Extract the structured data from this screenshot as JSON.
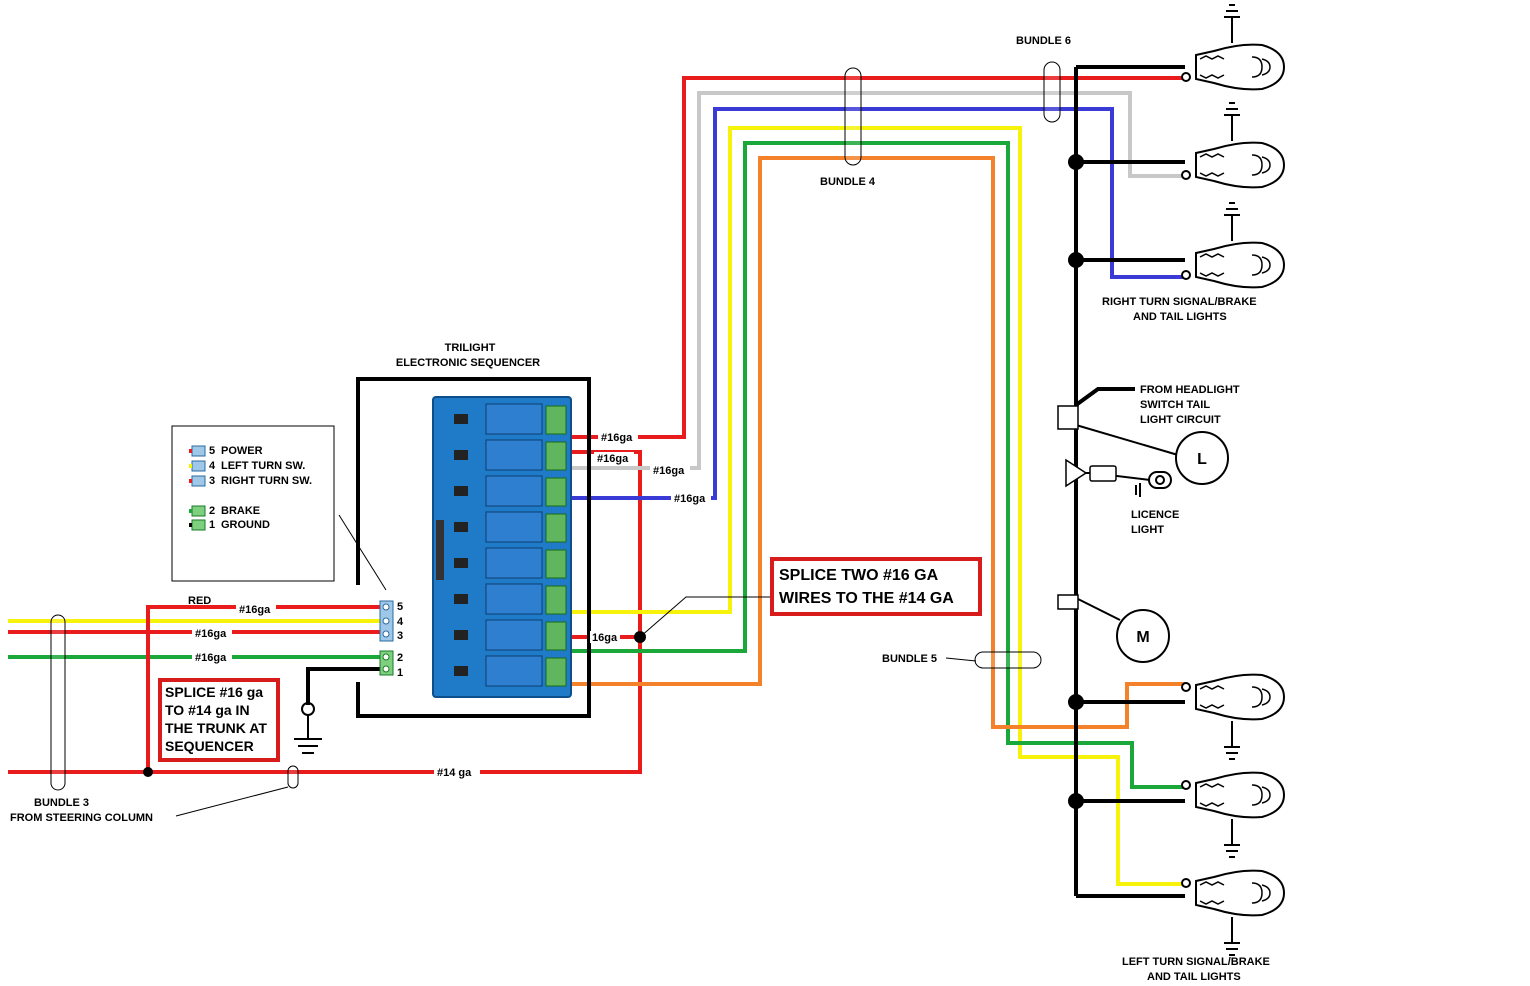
{
  "colors": {
    "red": "#e81c1c",
    "yellow": "#f6f20a",
    "blue": "#3a3ad6",
    "green": "#1aa83a",
    "orange": "#f4822a",
    "gray": "#c8c8c8",
    "black": "#000000",
    "relay_board": "#1f7ac8",
    "callout_border": "#d81c1c"
  },
  "labels": {
    "sequencer_title_1": "TRILIGHT",
    "sequencer_title_2": "ELECTRONIC SEQUENCER",
    "bundle_3": "BUNDLE 3",
    "from_steering_column": "FROM STEERING COLUMN",
    "bundle_4": "BUNDLE 4",
    "bundle_5": "BUNDLE 5",
    "bundle_6": "BUNDLE 6",
    "right_lights_1": "RIGHT TURN SIGNAL/BRAKE",
    "right_lights_2": "AND TAIL LIGHTS",
    "left_lights_1": "LEFT  TURN SIGNAL/BRAKE",
    "left_lights_2": "AND TAIL LIGHTS",
    "headlight_1": "FROM HEADLIGHT",
    "headlight_2": "SWITCH TAIL",
    "headlight_3": "LIGHT CIRCUIT",
    "licence_1": "LICENCE",
    "licence_2": "LIGHT",
    "lamp_l": "L",
    "lamp_m": "M",
    "red_wire": "RED"
  },
  "legend": {
    "items": [
      {
        "num": "5",
        "text": "POWER"
      },
      {
        "num": "4",
        "text": "LEFT TURN SW."
      },
      {
        "num": "3",
        "text": "RIGHT TURN SW."
      },
      {
        "num": "2",
        "text": "BRAKE"
      },
      {
        "num": "1",
        "text": "GROUND"
      }
    ]
  },
  "terminals": [
    "5",
    "4",
    "3",
    "2",
    "1"
  ],
  "wire_labels": {
    "w16_1": "#16ga",
    "w16_2": "#16ga",
    "w16_3": "#16ga",
    "w16_4": "#16ga",
    "w16_5": "#16ga",
    "w16_6": "#16ga",
    "w16_7": "#16ga",
    "w16_8": "16ga",
    "w14": "#14 ga"
  },
  "callouts": {
    "splice_two_1": "SPLICE TWO #16 GA",
    "splice_two_2": "WIRES TO THE #14 GA",
    "splice_16_1": "SPLICE #16 ga",
    "splice_16_2": "TO #14 ga IN",
    "splice_16_3": "THE TRUNK AT",
    "splice_16_4": "SEQUENCER"
  }
}
